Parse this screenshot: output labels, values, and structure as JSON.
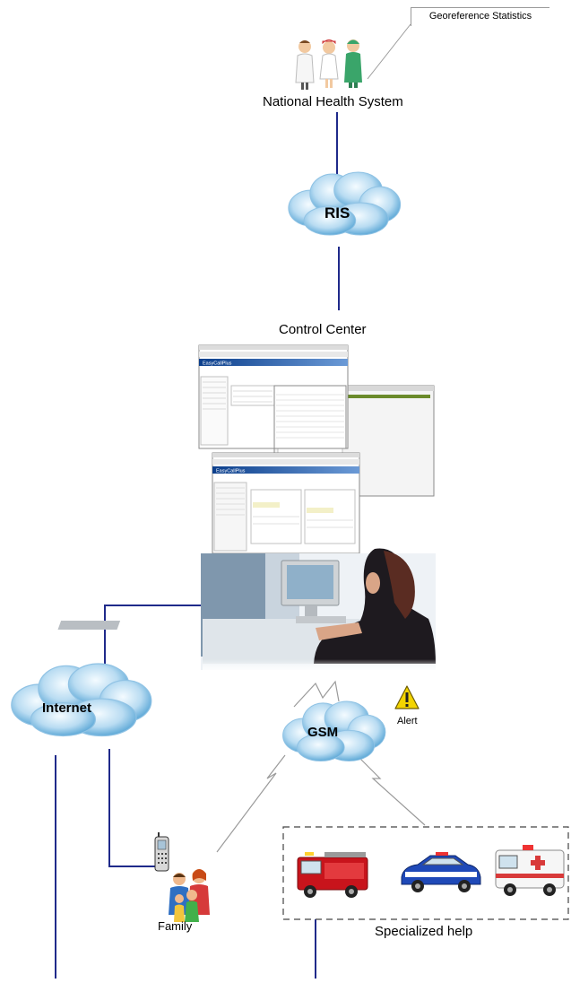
{
  "callout": {
    "label": "Georeference Statistics"
  },
  "nodes": {
    "national_health": "National Health System",
    "ris": "RIS",
    "control_center": "Control Center",
    "internet": "Internet",
    "gsm": "GSM",
    "alert": "Alert",
    "family": "Family",
    "specialized_help": "Specialized help"
  },
  "screens": {
    "app_title": "EasyCallPlus"
  },
  "colors": {
    "link_line": "#1f2a8a",
    "cloud_light": "#eaf5fc",
    "cloud_dark": "#4d9fd2",
    "alert_yellow": "#f3d400",
    "truck_red": "#c8141c",
    "police_blue": "#1f49b8"
  },
  "icons": [
    "doctor-icon",
    "nurse-icon",
    "surgeon-icon",
    "cloud-icon",
    "operator-icon",
    "alert-icon",
    "mobile-phone-icon",
    "family-icon",
    "fire-truck-icon",
    "police-car-icon",
    "ambulance-icon"
  ]
}
